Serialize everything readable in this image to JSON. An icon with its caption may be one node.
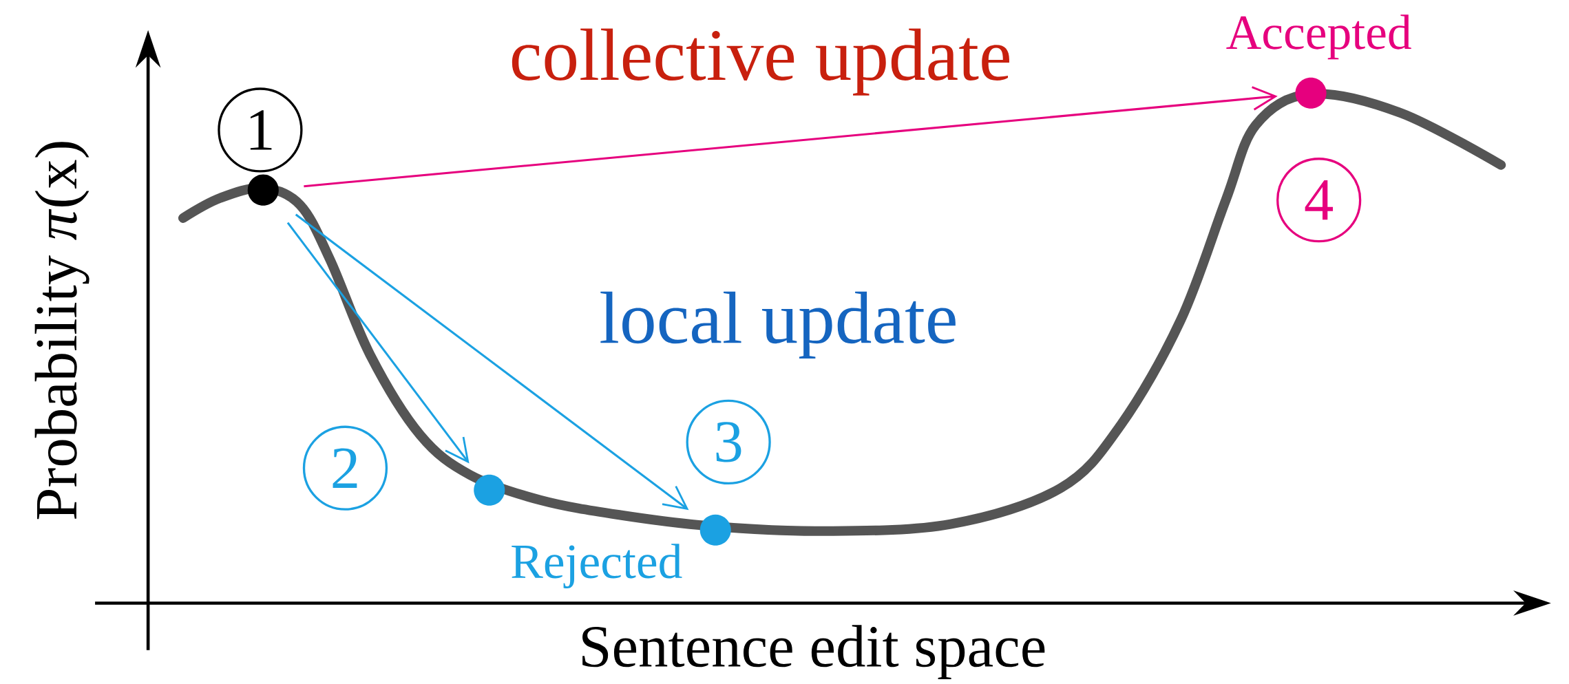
{
  "diagram": {
    "nodes": [
      {
        "text": [
          "1"
        ]
      },
      {
        "text": [],
        "shape": "circle"
      },
      {
        "text": [
          "2"
        ]
      },
      {
        "text": [],
        "shape": "circle"
      },
      {
        "text": [
          "3"
        ]
      },
      {
        "text": [],
        "shape": "circle"
      },
      {
        "text": [
          "4"
        ]
      },
      {
        "text": [],
        "shape": "circle"
      }
    ],
    "edges": [
      {
        "from": 1,
        "to": 3,
        "arrow": "to"
      },
      {
        "from": 1,
        "to": 5,
        "arrow": "to"
      },
      {
        "from": 1,
        "to": 7,
        "arrow": "to",
        "color": "#e6007e"
      }
    ],
    "labels": [
      "collective update",
      "local update",
      "Accepted",
      "Rejected",
      "Probability *π*(x)",
      "Sentence edit space"
    ]
  }
}
